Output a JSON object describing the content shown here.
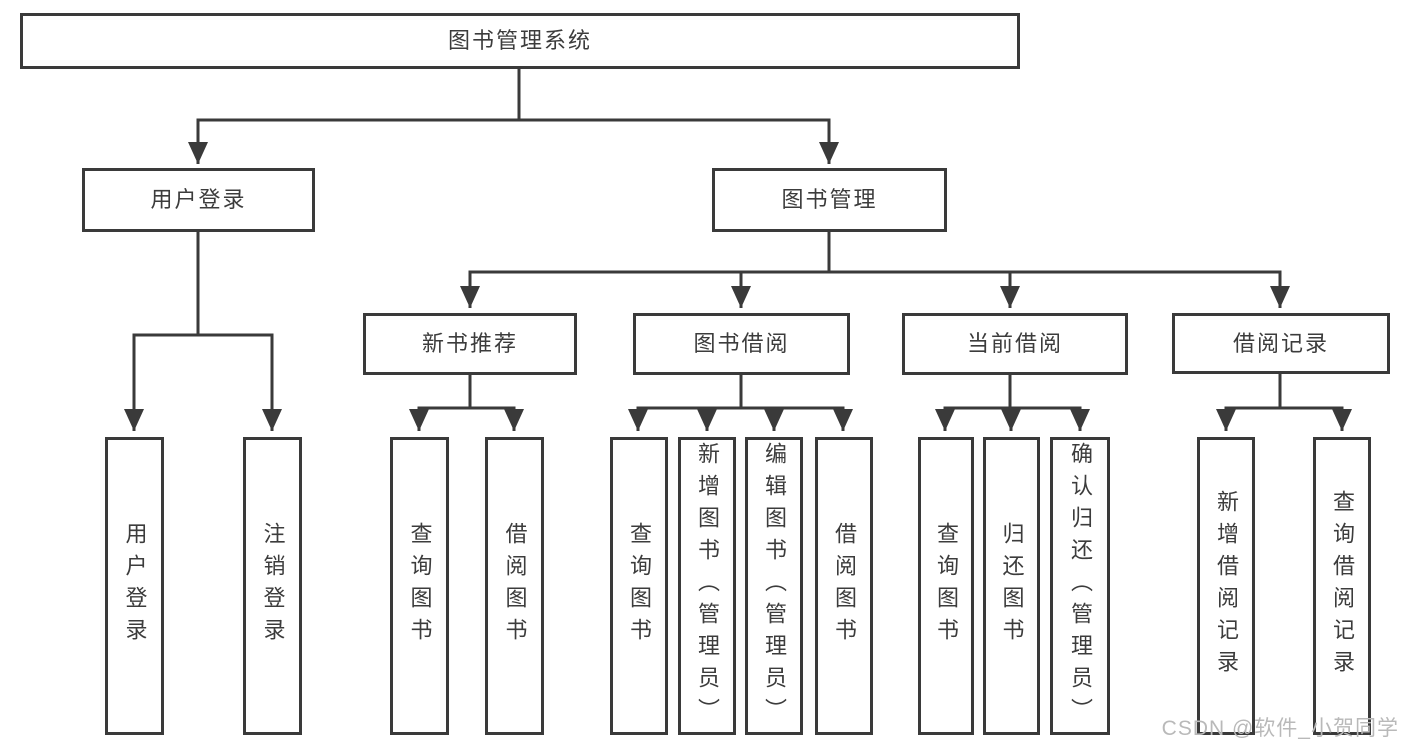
{
  "nodes": {
    "root": "图书管理系统",
    "level2": {
      "user_login": "用户登录",
      "book_management": "图书管理"
    },
    "level3": {
      "new_book_recommend": "新书推荐",
      "book_borrow": "图书借阅",
      "current_borrow": "当前借阅",
      "borrow_records": "借阅记录"
    },
    "leaves": {
      "user_login": "用户登录",
      "logout": "注销登录",
      "recommend_query_book": "查询图书",
      "recommend_borrow_book": "借阅图书",
      "borrow_query_book": "查询图书",
      "borrow_add_book": "新增图书（管理员）",
      "borrow_edit_book": "编辑图书（管理员）",
      "borrow_borrow_book": "借阅图书",
      "current_query_book": "查询图书",
      "current_return_book": "归还图书",
      "current_confirm_return": "确认归还（管理员）",
      "records_add_record": "新增借阅记录",
      "records_query_record": "查询借阅记录"
    }
  },
  "style": {
    "line_color": "#3a3a3a",
    "text_color": "#3c3c3c",
    "watermark_color": "#b9b9b9"
  },
  "watermark": "CSDN @软件_小贺同学"
}
